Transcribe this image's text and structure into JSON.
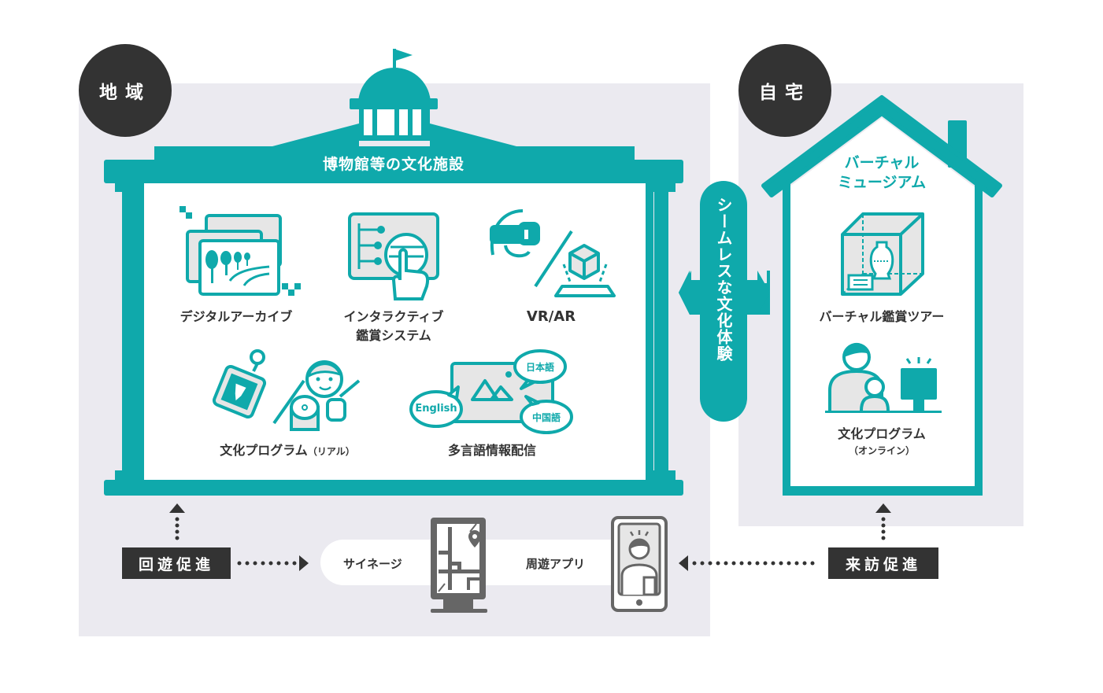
{
  "regions": {
    "local": {
      "label": "地域"
    },
    "home": {
      "label": "自宅"
    }
  },
  "museum": {
    "title": "博物館等の文化施設",
    "items": [
      {
        "icon": "digital-archive-icon",
        "label": "デジタルアーカイブ"
      },
      {
        "icon": "interactive-display-icon",
        "label_line1": "インタラクティブ",
        "label_line2": "鑑賞システム"
      },
      {
        "icon": "vr-ar-icon",
        "label": "VR/AR"
      },
      {
        "icon": "culture-program-real-icon",
        "label": "文化プログラム",
        "label_suffix": "（リアル）"
      },
      {
        "icon": "multilingual-icon",
        "label": "多言語情報配信",
        "bubbles": [
          "日本語",
          "English",
          "中国語"
        ]
      }
    ]
  },
  "connector": {
    "label": "シームレスな文化体験"
  },
  "house": {
    "title_line1": "バーチャル",
    "title_line2": "ミュージアム",
    "items": [
      {
        "icon": "virtual-tour-icon",
        "label": "バーチャル鑑賞ツアー"
      },
      {
        "icon": "online-program-icon",
        "label": "文化プログラム",
        "label_sub": "（オンライン）"
      }
    ]
  },
  "bottom": {
    "circulation": "回遊促進",
    "visit": "来訪促進",
    "signage": "サイネージ",
    "app": "周遊アプリ"
  },
  "colors": {
    "teal": "#0fa9ab",
    "dark": "#333333",
    "panel": "#ebeaf0",
    "icon_gray": "#666666"
  }
}
